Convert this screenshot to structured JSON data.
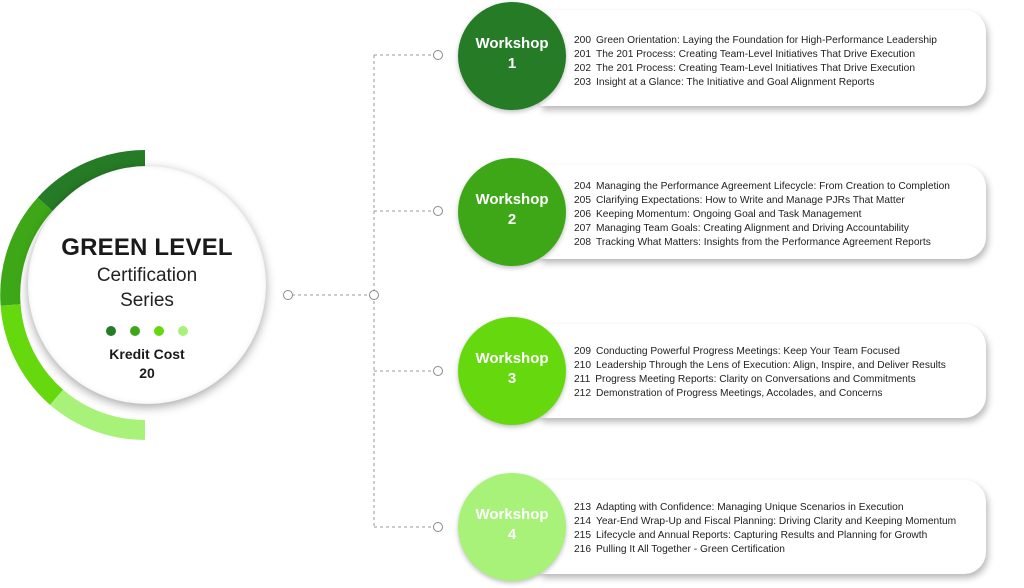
{
  "colors": {
    "level1": "#267b26",
    "level2": "#3da718",
    "level3": "#66d90e",
    "level4": "#a8f27a"
  },
  "center": {
    "title": "GREEN LEVEL",
    "subtitle_line1": "Certification",
    "subtitle_line2": "Series",
    "kredit_label": "Kredit Cost",
    "kredit_value": "20"
  },
  "workshops": [
    {
      "label": "Workshop",
      "number": "1",
      "items": [
        {
          "code": "200",
          "text": "Green Orientation: Laying the Foundation for High-Performance Leadership"
        },
        {
          "code": "201",
          "text": "The 201 Process: Creating Team-Level Initiatives That Drive Execution"
        },
        {
          "code": "202",
          "text": "The 201 Process: Creating Team-Level Initiatives That Drive Execution"
        },
        {
          "code": "203",
          "text": "Insight at a Glance: The Initiative and Goal Alignment Reports"
        }
      ]
    },
    {
      "label": "Workshop",
      "number": "2",
      "items": [
        {
          "code": "204",
          "text": "Managing the Performance Agreement Lifecycle: From Creation to Completion"
        },
        {
          "code": "205",
          "text": "Clarifying Expectations: How to Write and Manage PJRs That Matter"
        },
        {
          "code": "206",
          "text": "Keeping Momentum: Ongoing Goal and Task Management"
        },
        {
          "code": "207",
          "text": "Managing Team Goals: Creating Alignment and Driving Accountability"
        },
        {
          "code": "208",
          "text": "Tracking What Matters: Insights from the Performance Agreement Reports"
        }
      ]
    },
    {
      "label": "Workshop",
      "number": "3",
      "items": [
        {
          "code": "209",
          "text": "Conducting Powerful Progress Meetings: Keep Your Team Focused"
        },
        {
          "code": "210",
          "text": "Leadership Through the Lens of Execution: Align, Inspire, and Deliver Results"
        },
        {
          "code": "211",
          "text": "Progress Meeting Reports: Clarity on Conversations and Commitments"
        },
        {
          "code": "212",
          "text": "Demonstration of Progress Meetings, Accolades, and Concerns"
        }
      ]
    },
    {
      "label": "Workshop",
      "number": "4",
      "items": [
        {
          "code": "213",
          "text": "Adapting with Confidence: Managing Unique Scenarios in Execution"
        },
        {
          "code": "214",
          "text": "Year-End Wrap-Up and Fiscal Planning: Driving Clarity and Keeping Momentum"
        },
        {
          "code": "215",
          "text": "Lifecycle and Annual Reports: Capturing Results and Planning for Growth"
        },
        {
          "code": "216",
          "text": "Pulling It All Together - Green Certification"
        }
      ]
    }
  ]
}
